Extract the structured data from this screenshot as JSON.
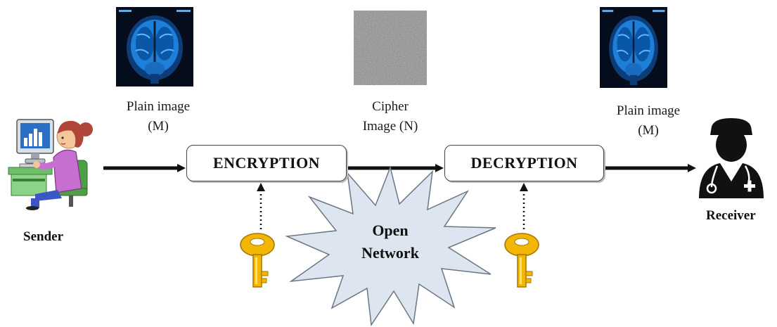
{
  "figure": {
    "nodes": {
      "sender": {
        "label": "Sender",
        "icon": "woman-at-computer-icon"
      },
      "receiver": {
        "label": "Receiver",
        "icon": "doctor-icon"
      },
      "encryption": {
        "label": "ENCRYPTION"
      },
      "decryption": {
        "label": "DECRYPTION"
      },
      "network": {
        "line1": "Open",
        "line2": "Network"
      }
    },
    "images": {
      "plain_left": {
        "line1": "Plain image",
        "line2": "(M)",
        "icon": "brain-mri-image"
      },
      "cipher": {
        "line1": "Cipher",
        "line2": "Image (N)",
        "icon": "noise-image"
      },
      "plain_right": {
        "line1": "Plain image",
        "line2": "(M)",
        "icon": "brain-mri-image"
      }
    },
    "keys": {
      "encryption_key": {
        "icon": "key-icon",
        "color": "#f2b705"
      },
      "decryption_key": {
        "icon": "key-icon",
        "color": "#f2b705"
      }
    },
    "edges": [
      {
        "from": "sender",
        "to": "encryption",
        "style": "solid-arrow"
      },
      {
        "from": "encryption",
        "to": "decryption",
        "style": "solid-arrow"
      },
      {
        "from": "decryption",
        "to": "receiver",
        "style": "solid-arrow"
      },
      {
        "from": "encryption_key",
        "to": "encryption",
        "style": "dotted-arrow"
      },
      {
        "from": "decryption_key",
        "to": "decryption",
        "style": "dotted-arrow"
      }
    ],
    "colors": {
      "mri_background": "#050c1c",
      "mri_tissue": "#1e7fd8",
      "starburst_fill": "#dde6f0",
      "skin": "#f4c79a",
      "hair": "#b0453a",
      "shirt": "#c66fd0",
      "desk": "#6fbf6a",
      "doctor": "#111111"
    }
  }
}
